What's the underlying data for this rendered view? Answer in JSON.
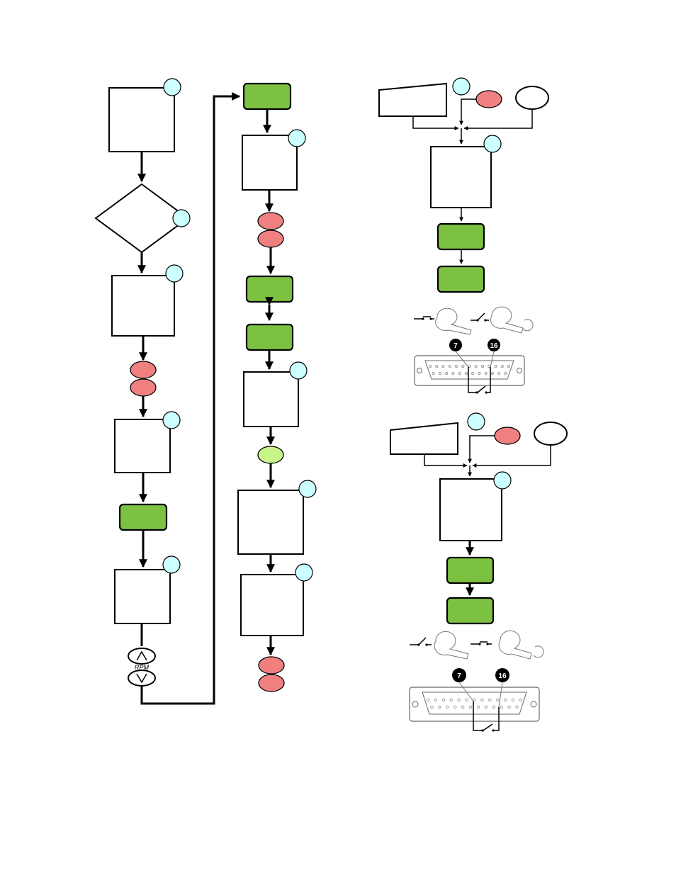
{
  "labels": {
    "rpm": "RPM",
    "pin_a": "7",
    "pin_b": "16"
  },
  "colors": {
    "process_green": "#7dc142",
    "indicator_red": "#f08080",
    "indicator_light_green": "#c8f58a",
    "callout_cyan": "#ccffff"
  }
}
